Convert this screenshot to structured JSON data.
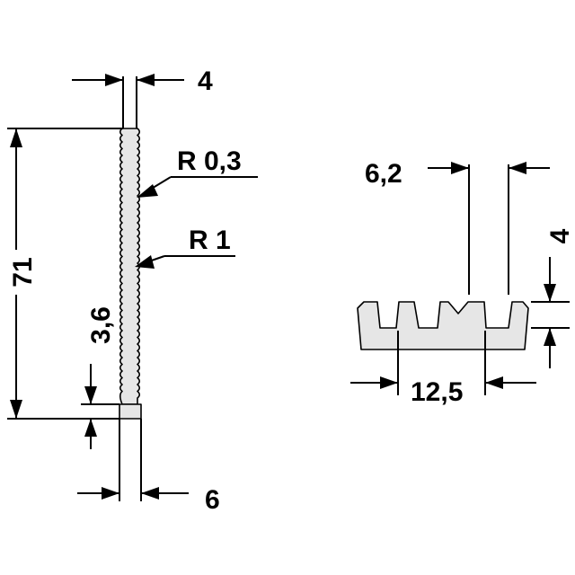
{
  "drawing": {
    "side_view": {
      "dim_fin_thickness": "4",
      "dim_height": "71",
      "label_radius_small": "R 0,3",
      "label_radius_large": "R 1",
      "dim_base_height": "3,6",
      "dim_base_width": "6"
    },
    "section_view": {
      "dim_slot_width": "6,2",
      "dim_slot_depth": "4",
      "dim_pitch": "12,5"
    }
  }
}
